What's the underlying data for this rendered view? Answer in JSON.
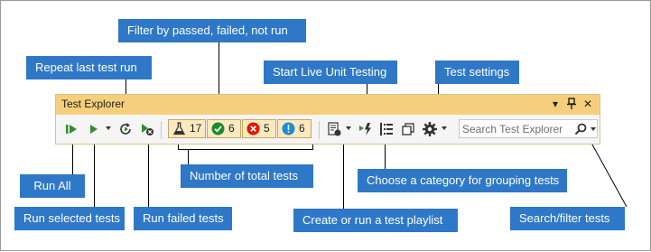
{
  "window": {
    "title": "Test Explorer",
    "dropdown_glyph": "▾",
    "pin_glyph": "📌",
    "close_glyph": "✕"
  },
  "toolbar": {
    "icons": {
      "run_all": "run-all-icon",
      "run_selected": "play-icon",
      "repeat_last": "repeat-icon",
      "run_failed": "run-failed-icon",
      "playlist": "playlist-icon",
      "live_unit_testing": "live-unit-testing-icon",
      "group_by": "group-by-icon",
      "copy": "copy-icon",
      "settings": "gear-icon",
      "search": "search-icon"
    },
    "counts": {
      "total": "17",
      "passed": "6",
      "failed": "5",
      "not_run": "6"
    },
    "search_placeholder": "Search Test Explorer"
  },
  "callouts": {
    "filter": "Filter by passed, failed, not run",
    "repeat_last": "Repeat last test run",
    "live_unit_testing": "Start Live Unit Testing",
    "test_settings": "Test settings",
    "run_all": "Run All",
    "total_tests": "Number of total tests",
    "group_by": "Choose a category for grouping tests",
    "run_selected": "Run selected tests",
    "run_failed": "Run failed tests",
    "playlist": "Create or run a test playlist",
    "search_filter": "Search/filter tests"
  },
  "colors": {
    "callout_bg": "#2e78c7",
    "titlebar_bg": "#f6cf7d",
    "count_box_bg": "#fbeac0",
    "run_green": "#388a34",
    "passed_green": "#1a8a2b",
    "failed_red": "#e51400",
    "not_run_blue": "#1e8ad8"
  }
}
